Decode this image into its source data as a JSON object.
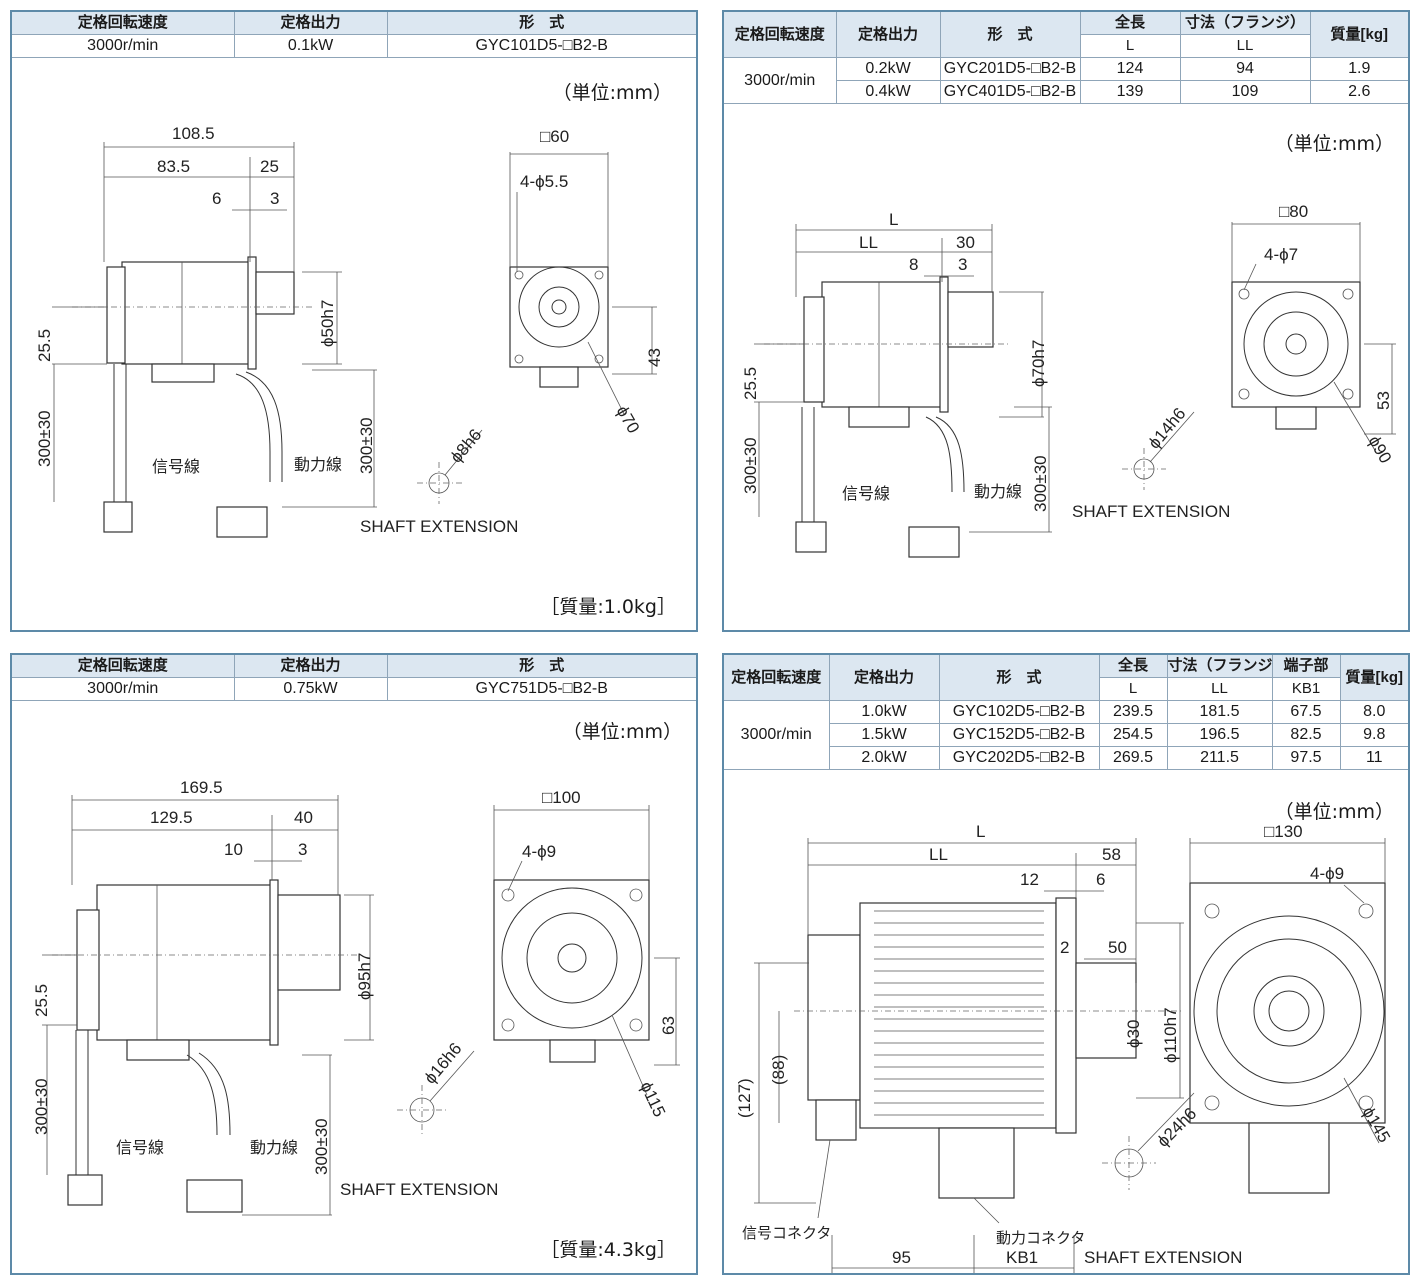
{
  "p1": {
    "table": {
      "headers": [
        "定格回転速度",
        "定格出力",
        "形　式"
      ],
      "row": [
        "3000r/min",
        "0.1kW",
        "GYC101D5-□B2-B"
      ]
    },
    "unit": "（単位:mm）",
    "mass": "［質量:1.0kg］",
    "dims": {
      "total": "108.5",
      "ll": "83.5",
      "shaft": "25",
      "d6": "6",
      "d3": "3",
      "flange": "□60",
      "holes": "4-ϕ5.5",
      "shaft_dia": "ϕ50h7",
      "h25": "25.5",
      "h43": "43",
      "pcd": "ϕ70",
      "cable1": "300±30",
      "cable2": "300±30",
      "shaft_key": "ϕ8h6"
    },
    "labels": {
      "signal": "信号線",
      "power": "動力線",
      "shaft_ext": "SHAFT EXTENSION"
    }
  },
  "p2": {
    "table": {
      "headers": [
        "定格回転速度",
        "定格出力",
        "形　式",
        "全長",
        "寸法（フランジ）",
        "質量[kg]"
      ],
      "subheaders": [
        "L",
        "LL"
      ],
      "speed": "3000r/min",
      "rows": [
        [
          "0.2kW",
          "GYC201D5-□B2-B",
          "124",
          "94",
          "1.9"
        ],
        [
          "0.4kW",
          "GYC401D5-□B2-B",
          "139",
          "109",
          "2.6"
        ]
      ]
    },
    "unit": "（単位:mm）",
    "dims": {
      "total": "L",
      "ll": "LL",
      "shaft": "30",
      "d8": "8",
      "d3": "3",
      "flange": "□80",
      "holes": "4-ϕ7",
      "shaft_dia": "ϕ70h7",
      "h25": "25.5",
      "h53": "53",
      "pcd": "ϕ90",
      "cable1": "300±30",
      "cable2": "300±30",
      "shaft_key": "ϕ14h6"
    },
    "labels": {
      "signal": "信号線",
      "power": "動力線",
      "shaft_ext": "SHAFT EXTENSION"
    }
  },
  "p3": {
    "table": {
      "headers": [
        "定格回転速度",
        "定格出力",
        "形　式"
      ],
      "row": [
        "3000r/min",
        "0.75kW",
        "GYC751D5-□B2-B"
      ]
    },
    "unit": "（単位:mm）",
    "mass": "［質量:4.3kg］",
    "dims": {
      "total": "169.5",
      "ll": "129.5",
      "shaft": "40",
      "d10": "10",
      "d3": "3",
      "flange": "□100",
      "holes": "4-ϕ9",
      "shaft_dia": "ϕ95h7",
      "h25": "25.5",
      "h63": "63",
      "pcd": "ϕ115",
      "cable1": "300±30",
      "cable2": "300±30",
      "shaft_key": "ϕ16h6"
    },
    "labels": {
      "signal": "信号線",
      "power": "動力線",
      "shaft_ext": "SHAFT EXTENSION"
    }
  },
  "p4": {
    "table": {
      "headers": [
        "定格回転速度",
        "定格出力",
        "形　式",
        "全長",
        "寸法（フランジ）",
        "端子部",
        "質量[kg]"
      ],
      "subheaders": [
        "L",
        "LL",
        "KB1"
      ],
      "speed": "3000r/min",
      "rows": [
        [
          "1.0kW",
          "GYC102D5-□B2-B",
          "239.5",
          "181.5",
          "67.5",
          "8.0"
        ],
        [
          "1.5kW",
          "GYC152D5-□B2-B",
          "254.5",
          "196.5",
          "82.5",
          "9.8"
        ],
        [
          "2.0kW",
          "GYC202D5-□B2-B",
          "269.5",
          "211.5",
          "97.5",
          "11"
        ]
      ]
    },
    "unit": "（単位:mm）",
    "dims": {
      "total": "L",
      "ll": "LL",
      "d58": "58",
      "d12": "12",
      "d6": "6",
      "d2": "2",
      "d50": "50",
      "flange": "□130",
      "holes": "4-ϕ9",
      "shaft_dia": "ϕ110h7",
      "d30": "ϕ30",
      "h127": "(127)",
      "h88": "(88)",
      "pcd": "ϕ145",
      "shaft_key": "ϕ24h6",
      "d95": "95",
      "kb1": "KB1"
    },
    "labels": {
      "signal_conn": "信号コネクタ",
      "power_conn": "動力コネクタ",
      "shaft_ext": "SHAFT EXTENSION"
    }
  }
}
